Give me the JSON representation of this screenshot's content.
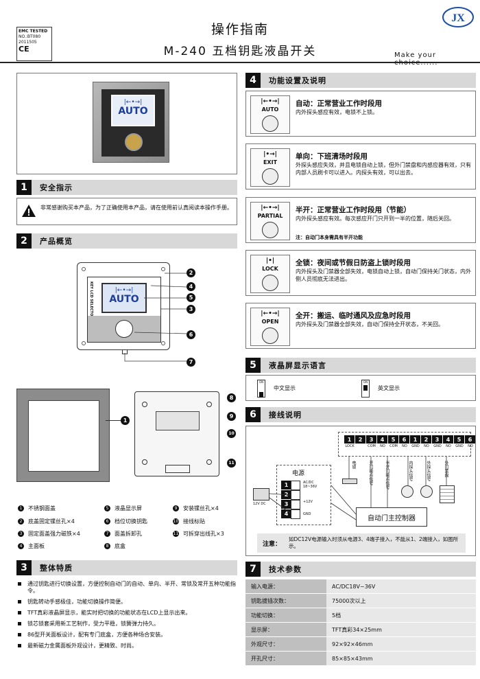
{
  "header": {
    "title": "操作指南",
    "subtitle": "M-240 五档钥匙液晶开关",
    "slogan": "Make your choice......",
    "cert": [
      "EMC TESTED",
      "NO.:BT080",
      "2011505",
      "CE"
    ],
    "logo_text": "JX"
  },
  "sections": {
    "s1": {
      "num": "1",
      "label": "安全指示",
      "text": "非常感谢购买本产品，为了正确使用本产品，请在使用前认真阅读本操作手册。"
    },
    "s2": {
      "num": "2",
      "label": "产品概览"
    },
    "s3": {
      "num": "3",
      "label": "整体特质"
    },
    "s4": {
      "num": "4",
      "label": "功能设置及说明"
    },
    "s5": {
      "num": "5",
      "label": "液晶屏显示语言"
    },
    "s6": {
      "num": "6",
      "label": "接线说明"
    },
    "s7": {
      "num": "7",
      "label": "技术参数"
    }
  },
  "product": {
    "lcd_symbol": "|←•→|",
    "lcd_text": "AUTO",
    "side_label": "KEY LCD SELECTOR",
    "callouts": [
      "1",
      "2",
      "3",
      "4",
      "5",
      "6",
      "7",
      "8",
      "9",
      "10",
      "11"
    ]
  },
  "parts": [
    {
      "n": "1",
      "t": "不锈钢面盖"
    },
    {
      "n": "2",
      "t": "底盖固定镙丝孔×4"
    },
    {
      "n": "3",
      "t": "固定面盖强力磁铁×4"
    },
    {
      "n": "4",
      "t": "主面板"
    },
    {
      "n": "5",
      "t": "液晶显示屏"
    },
    {
      "n": "6",
      "t": "档位切换钥匙"
    },
    {
      "n": "7",
      "t": "面盖拆卸孔"
    },
    {
      "n": "8",
      "t": "底盒"
    },
    {
      "n": "9",
      "t": "安装镙丝孔×4"
    },
    {
      "n": "10",
      "t": "接线标贴"
    },
    {
      "n": "11",
      "t": "可拆穿出线孔×3"
    }
  ],
  "features": [
    "通过钥匙进行切换设置，方便控制自动门的自动、单向、半开、常锁及常开五种功能指令。",
    "钥匙转动手感极佳，功能切换操作简便。",
    "TFT真彩液晶屏显示，能实时把切换的功能状态在LCD上显示出来。",
    "锁芯锁套采用新工艺制作，受力平稳，锁簧弹力持久。",
    "86型开关面板设计，配有专门底盒，方便各种场合安装。",
    "最新磁力金属面板外观设计，更精致、时尚。"
  ],
  "modes": [
    {
      "sym": "|←•→|",
      "name": "AUTO",
      "title": "自动：正常营业工作时段用",
      "desc": "内外探头感应有效，电锁不上锁。",
      "note": ""
    },
    {
      "sym": "|•→|",
      "name": "EXIT",
      "title": "单向：下班清场时段用",
      "desc": "外探头感应失效，并且电锁自动上锁，但外门禁盘和内感应器有效，只有内部人员刷卡可以进入。内探头有效，可以出去。",
      "note": ""
    },
    {
      "sym": "|←•→|",
      "name": "PARTIAL",
      "title": "半开：正常营业工作时段用（节能）",
      "desc": "内外探头感应有效。每次感应开门只开到一半的位置，随后关回。",
      "note": "注：自动门本身需具有半开功能"
    },
    {
      "sym": "|•|",
      "name": "LOCK",
      "title": "全锁：夜间或节假日防盗上锁时段用",
      "desc": "内外探头及门禁器全部失效，电锁自动上锁，自动门保持关门状态，内外侧人员彻底无法进出。",
      "note": ""
    },
    {
      "sym": "|←•→|",
      "name": "OPEN",
      "title": "全开：搬运、临时通风及应急时段用",
      "desc": "内外探头及门禁器全部失效，自动门保持全开状态，不关回。",
      "note": ""
    }
  ],
  "language": {
    "opt1": "中文显示",
    "opt2": "英文显示",
    "on": "ON"
  },
  "wiring": {
    "power_label": "电源",
    "power_terms": [
      "1",
      "2",
      "3",
      "4"
    ],
    "acdc": "AC/DC\n18~36V",
    "v12": "+12V",
    "gnd": "GND",
    "dc_label": "12V DC",
    "terms_left": [
      "1",
      "2",
      "3",
      "4",
      "5",
      "6"
    ],
    "terms_left_lbl": [
      "LOCK",
      "",
      "COM",
      "NO",
      "COM",
      "NO"
    ],
    "terms_right": [
      "1",
      "2",
      "3",
      "4",
      "5",
      "6"
    ],
    "terms_right_lbl": [
      "GND",
      "NO",
      "GND",
      "NO",
      "GND",
      "NO"
    ],
    "devices": [
      "电锁",
      "开门接点信号",
      "半开门接点信号",
      "内探头信号",
      "外探头信号",
      "外门禁盘"
    ],
    "controller": "自动门主控制器",
    "note_label": "注意：",
    "note": "如DC12V电源输入时须从电源3、4端子接入，不能从1、2端接入，如图所示。"
  },
  "tech": [
    {
      "k": "输入电源：",
      "v": "AC/DC18V~36V"
    },
    {
      "k": "钥匙拔插次数：",
      "v": "75000次以上"
    },
    {
      "k": "功能切换：",
      "v": "5档"
    },
    {
      "k": "显示屏：",
      "v": "TFT真彩34×25mm"
    },
    {
      "k": "外观尺寸：",
      "v": "92×92×46mm"
    },
    {
      "k": "开孔尺寸：",
      "v": "85×85×43mm"
    }
  ]
}
